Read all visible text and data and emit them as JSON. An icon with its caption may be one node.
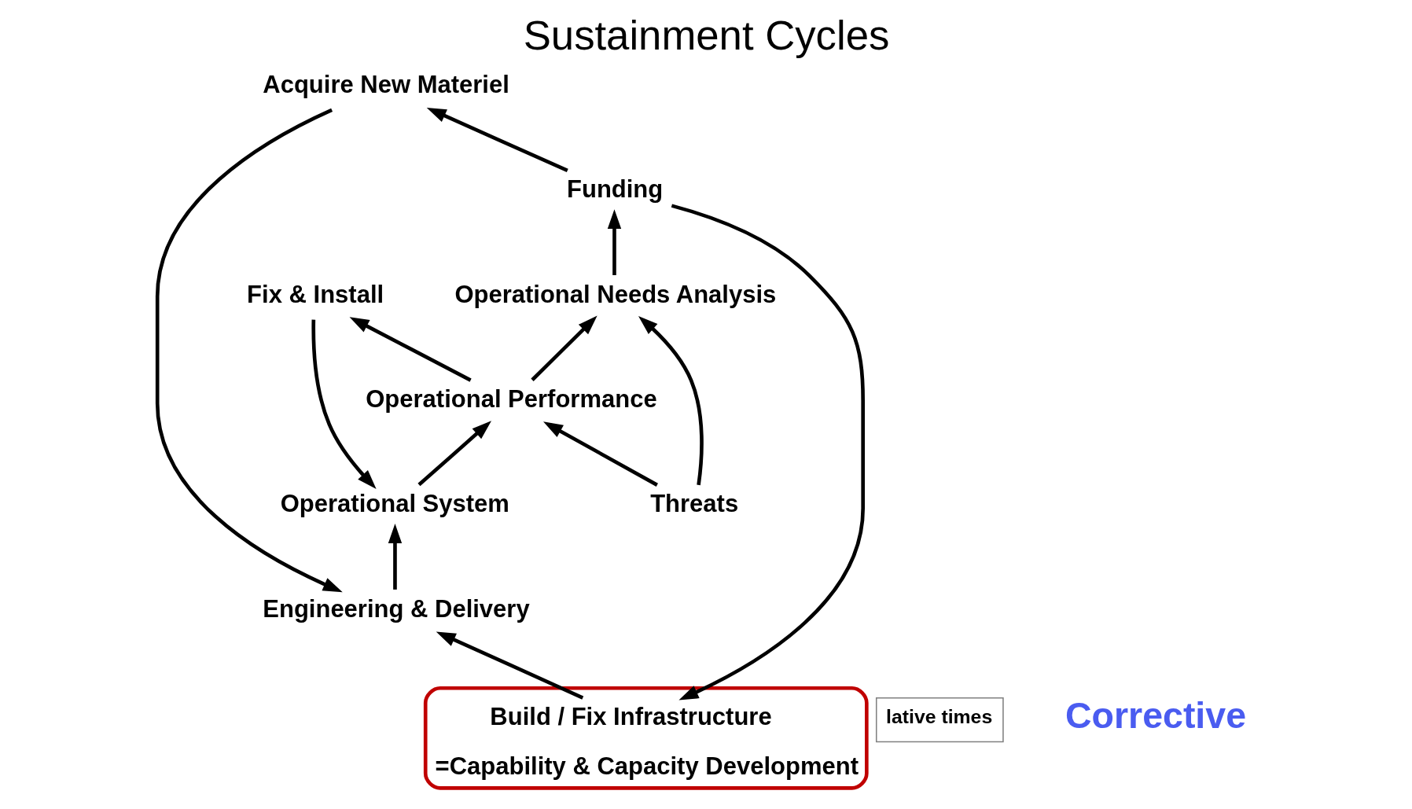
{
  "diagram": {
    "title": "Sustainment Cycles",
    "nodes": [
      {
        "text": [
          "Engineering & Delivery"
        ]
      },
      {
        "text": [
          "Fix & Install"
        ]
      },
      {
        "text": [
          "Acquire New Materiel"
        ]
      },
      {
        "text": [
          "Operational System"
        ]
      },
      {
        "text": [
          "=Capability & Capacity Development"
        ]
      },
      {
        "text": [
          "Build / Fix Infrastructure"
        ],
        "in": 4
      },
      {
        "text": [
          "Operational Performance"
        ]
      },
      {
        "text": [
          "Operational Needs Analysis"
        ]
      },
      {
        "text": [
          "Funding"
        ]
      },
      {
        "text": [
          "Threats"
        ]
      }
    ],
    "edges": [
      {
        "from": 0,
        "to": 3,
        "arrow": "to"
      },
      {
        "from": 1,
        "to": 3,
        "arrow": "to"
      },
      {
        "from": 3,
        "to": 6,
        "arrow": "to"
      },
      {
        "from": 6,
        "to": 1,
        "arrow": "to"
      },
      {
        "from": 6,
        "to": 7,
        "arrow": "to"
      },
      {
        "from": 9,
        "to": 6,
        "arrow": "to"
      },
      {
        "from": 9,
        "to": 7,
        "arrow": "to"
      },
      {
        "from": 7,
        "to": 8,
        "arrow": "to"
      },
      {
        "from": 8,
        "to": 5,
        "arrow": "to"
      },
      {
        "from": 8,
        "to": 2,
        "arrow": "to"
      },
      {
        "from": 5,
        "to": 0,
        "arrow": "to"
      },
      {
        "from": 2,
        "to": 0,
        "arrow": "to"
      }
    ],
    "labels": [
      "lative times",
      "Corrective"
    ]
  }
}
